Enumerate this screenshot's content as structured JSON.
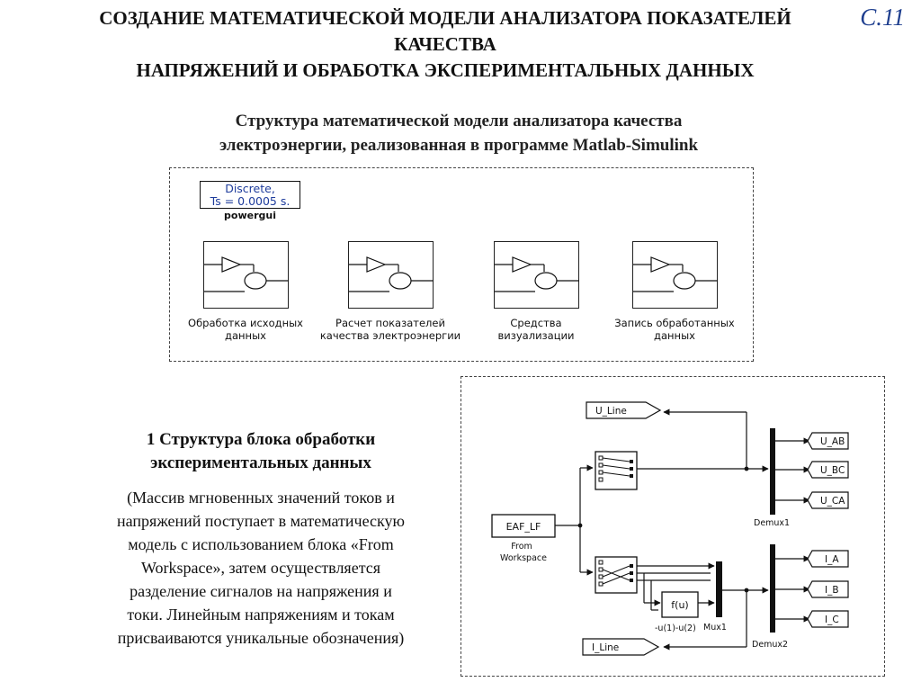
{
  "header": {
    "title_line1": "СОЗДАНИЕ МАТЕМАТИЧЕСКОЙ МОДЕЛИ АНАЛИЗАТОРА ПОКАЗАТЕЛЕЙ",
    "title_line2": "КАЧЕСТВА",
    "title_line3": "НАПРЯЖЕНИЙ И ОБРАБОТКА ЭКСПЕРИМЕНТАЛЬНЫХ ДАННЫХ",
    "page_number": "С.11"
  },
  "model_structure": {
    "heading_line1": "Структура математической модели анализатора качества",
    "heading_line2": "электроэнергии, реализованная в программе Matlab-Simulink",
    "powergui": {
      "line1": "Discrete,",
      "line2": "Ts = 0.0005 s.",
      "label": "powergui"
    },
    "subsystems": [
      {
        "line1": "Обработка исходных",
        "line2": "данных"
      },
      {
        "line1": "Расчет показателей",
        "line2": "качества электроэнергии"
      },
      {
        "line1": "Средства",
        "line2": "визуализации"
      },
      {
        "line1": "Запись обработанных",
        "line2": "данных"
      }
    ]
  },
  "section": {
    "heading_line1": "1 Структура блока обработки",
    "heading_line2": "экспериментальных данных",
    "body": [
      "(Массив мгновенных значений токов и",
      "напряжений поступает в математическую",
      "модель с использованием блока «From",
      "Workspace», затем осуществляется",
      "разделение сигналов на напряжения и",
      "токи. Линейным напряжениям и токам",
      "присваиваются уникальные обозначения)"
    ]
  },
  "simulink": {
    "from_workspace": {
      "name": "EAF_LF",
      "label_line1": "From",
      "label_line2": "Workspace"
    },
    "goto_u_line": "U_Line",
    "goto_i_line": "I_Line",
    "fcn": {
      "expr": "f(u)",
      "label": "-u(1)-u(2)"
    },
    "mux_label": "Mux1",
    "demux1_label": "Demux1",
    "demux2_label": "Demux2",
    "voltage_outputs": [
      "U_AB",
      "U_BC",
      "U_CA"
    ],
    "current_outputs": [
      "I_A",
      "I_B",
      "I_C"
    ]
  }
}
